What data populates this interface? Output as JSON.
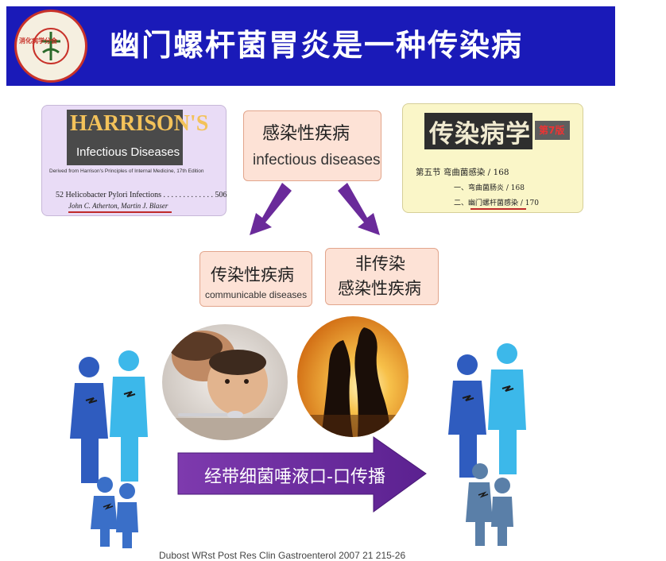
{
  "slide": {
    "title": "幽门螺杆菌胃炎是一种传染病",
    "logo_text": "消化病学分会"
  },
  "harrison": {
    "name": "HARRISON'S",
    "subtitle": "Infectious Diseases",
    "derived": "Derived from Harrison's Principles of Internal Medicine, 17th Edition",
    "chapter": "52  Helicobacter Pylori Infections . . . . . . . . . . . . . 506",
    "authors": "John C. Atherton, Martin J. Blaser"
  },
  "textbook": {
    "title": "传染病学",
    "edition": "第7版",
    "toc": [
      "第五节  弯曲菌感染 / 168",
      "一、弯曲菌肠炎 / 168",
      "二、幽门螺杆菌感染 / 170"
    ]
  },
  "concept": {
    "infectious_cn": "感染性疾病",
    "infectious_en": "infectious diseases",
    "communicable_cn": "传染性疾病",
    "communicable_en": "communicable diseases",
    "noncomm_line1": "非传染",
    "noncomm_line2": "感染性疾病"
  },
  "transmission": {
    "label": "经带细菌唾液口-口传播"
  },
  "citation": "Dubost WRst Post Res Clin Gastroenterol 2007 21 215-26",
  "colors": {
    "title_bar": "#1a1ab8",
    "arrow_purple": "#6a2a9a",
    "person_light_blue": "#3cb8ea",
    "person_dark_blue": "#2f5cbf",
    "box_fill": "#fde2d6"
  }
}
